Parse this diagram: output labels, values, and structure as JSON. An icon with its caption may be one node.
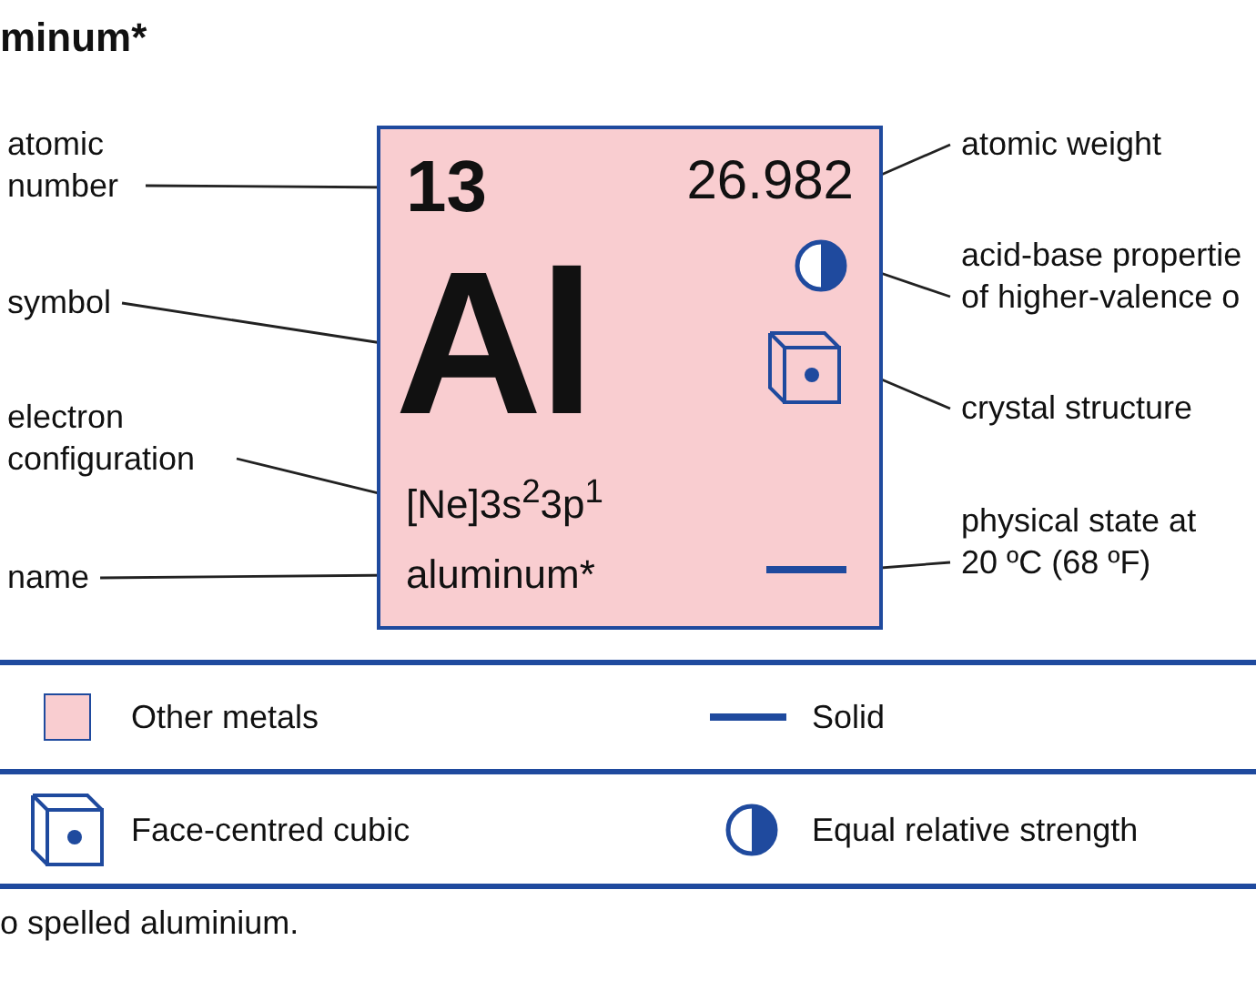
{
  "diagram": {
    "title": "minum*",
    "nodes": [
      {
        "text": [],
        "shape": "box"
      },
      {
        "text": [
          "13"
        ],
        "in": 0
      },
      {
        "text": [
          "26.982"
        ],
        "in": 0
      },
      {
        "text": [
          "Al"
        ],
        "in": 0
      },
      {
        "text": [
          "[Ne]3s$^{2}$3p$^{1}$"
        ],
        "in": 0
      },
      {
        "text": [
          "aluminum*"
        ],
        "in": 0
      },
      {
        "text": [],
        "shape": "circle",
        "in": 0
      },
      {
        "text": [],
        "shape": "picture",
        "in": 0
      },
      {
        "text": [],
        "shape": "bar",
        "in": 0
      },
      {
        "text": [
          "atomic number"
        ]
      },
      {
        "text": [
          "symbol"
        ]
      },
      {
        "text": [
          "electron configuration"
        ]
      },
      {
        "text": [
          "name"
        ]
      },
      {
        "text": [
          "atomic weight"
        ]
      },
      {
        "text": [
          "acid-base propertie of higher-valence o"
        ]
      },
      {
        "text": [
          "crystal structure"
        ]
      },
      {
        "text": [
          "physical state at 20 ºC (68 ºF)"
        ]
      }
    ],
    "edges": [
      {
        "from": 9,
        "to": 1,
        "arrow": "none"
      },
      {
        "from": 10,
        "to": 3,
        "arrow": "none"
      },
      {
        "from": 11,
        "to": 4,
        "arrow": "none"
      },
      {
        "from": 12,
        "to": 5,
        "arrow": "none"
      },
      {
        "from": 13,
        "to": 2,
        "arrow": "none"
      },
      {
        "from": 14,
        "to": 6,
        "arrow": "none"
      },
      {
        "from": 15,
        "to": 7,
        "arrow": "none"
      },
      {
        "from": 16,
        "to": 8,
        "arrow": "none"
      }
    ],
    "labels": [
      "o spelled aluminium."
    ],
    "legend": [
      {
        "text": "Other metals",
        "color": "#f9cdd0"
      },
      {
        "text": "Solid"
      },
      {
        "text": "Face-centred cubic"
      },
      {
        "text": "Equal relative strength"
      }
    ]
  }
}
